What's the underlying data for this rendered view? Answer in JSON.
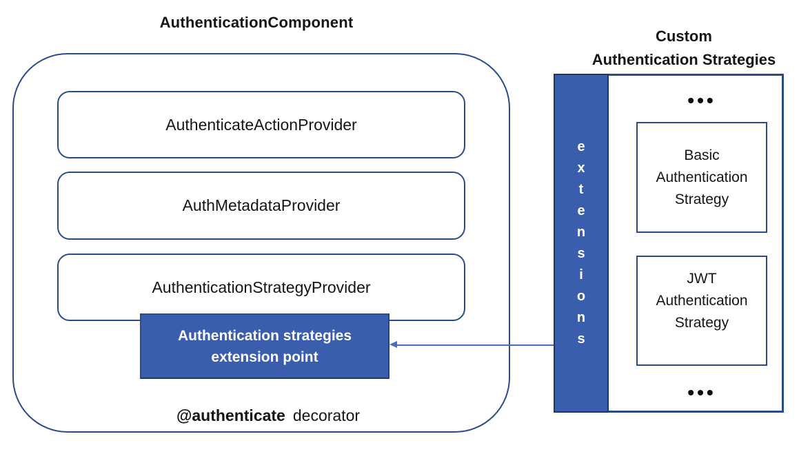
{
  "component": {
    "title": "AuthenticationComponent",
    "providers": [
      {
        "label": "AuthenticateActionProvider"
      },
      {
        "label": "AuthMetadataProvider"
      },
      {
        "label": "AuthenticationStrategyProvider"
      }
    ],
    "extension_point": {
      "line1": "Authentication strategies",
      "line2": "extension point"
    },
    "decorator_bold": "@authenticate",
    "decorator_rest": "decorator"
  },
  "custom": {
    "title_line1": "Custom",
    "title_line2": "Authentication Strategies",
    "extensions_label": "extensions",
    "ellipsis_top": "•••",
    "ellipsis_bottom": "•••",
    "basic": {
      "line1": "Basic",
      "line2": "Authentication",
      "line3": "Strategy"
    },
    "jwt": {
      "line1": "JWT",
      "line2": "Authentication",
      "line3": "Strategy"
    }
  },
  "colors": {
    "line": "#2b4a8a",
    "blue_fill": "#3b5dad",
    "bar_border": "#1e3765",
    "arrow": "#4a6cbd",
    "text": "#151515",
    "inverse_text": "#ffffff"
  }
}
